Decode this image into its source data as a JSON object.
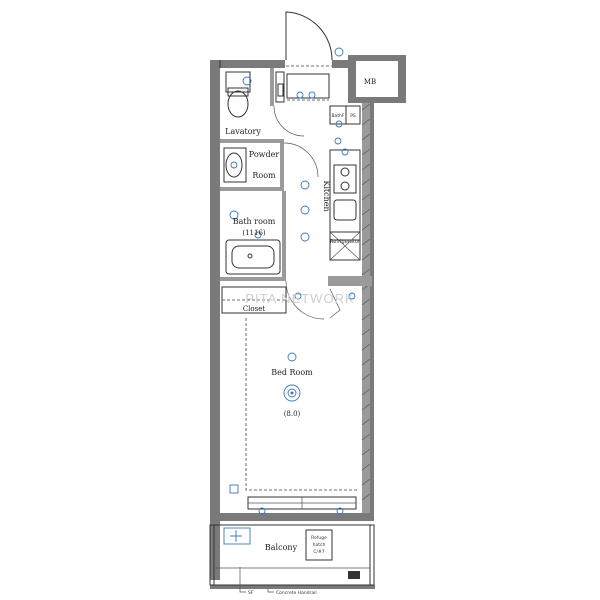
{
  "rooms": {
    "mb": "MB",
    "lavatory": "Lavatory",
    "powder_room_1": "Powder",
    "powder_room_2": "Room",
    "bath_room": "Bath room",
    "bath_room_size": "(1116)",
    "kitchen": "Kitchen",
    "refrigerator": "Refrigerator",
    "closet": "Closet",
    "bed_room": "Bed Room",
    "bed_room_size": "(8.0)",
    "balcony": "Balcony",
    "refuge_hatch_1": "Refuge",
    "refuge_hatch_2": "hatch",
    "refuge_hatch_3": "C/#7"
  },
  "labels": {
    "bath_fan": "BathF",
    "ps": "PS",
    "sf": "SF",
    "concrete_handrail": "Concrete Handrail"
  },
  "watermark": "PITA          NETWORK",
  "colors": {
    "wall": "#7a7a7a",
    "line": "#333333",
    "equipment": "#3a78b8"
  }
}
